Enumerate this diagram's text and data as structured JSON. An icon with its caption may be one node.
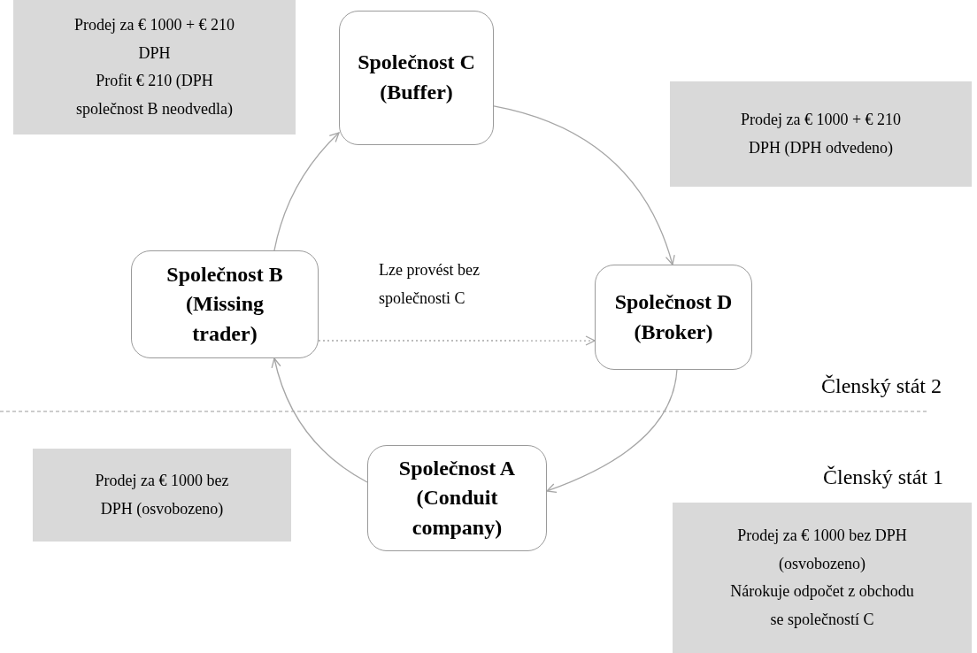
{
  "diagram": {
    "nodes": [
      {
        "text": [
          "Společnost C (Buffer)"
        ]
      },
      {
        "text": [
          "Společnost B (Missing trader)"
        ]
      },
      {
        "text": [
          "Společnost D (Broker)"
        ]
      },
      {
        "text": [
          "Společnost A (Conduit company)"
        ]
      },
      {
        "text": [
          "Prodej za € 1000 + € 210 DPH",
          "Profit € 210 (DPH společnost B neodvedla)"
        ]
      },
      {
        "text": [
          "Prodej za € 1000 + € 210 DPH (DPH odvedeno)"
        ]
      },
      {
        "text": [
          "Prodej za € 1000 bez DPH (osvobozeno)"
        ]
      },
      {
        "text": [
          "Prodej za € 1000 bez DPH (osvobozeno)",
          "Nárokuje odpočet z obchodu se společností C"
        ]
      }
    ],
    "edges": [
      {
        "from": 1,
        "to": 0,
        "arrow": "to"
      },
      {
        "from": 0,
        "to": 2,
        "arrow": "to"
      },
      {
        "from": 2,
        "to": 3,
        "arrow": "to"
      },
      {
        "from": 3,
        "to": 1,
        "arrow": "to"
      },
      {
        "from": 1,
        "to": 2,
        "arrow": "to",
        "label": "Lze provést bez společnosti C",
        "style": "dashed"
      }
    ],
    "labels": [
      "Členský stát 2",
      "Členský stát 1"
    ]
  }
}
